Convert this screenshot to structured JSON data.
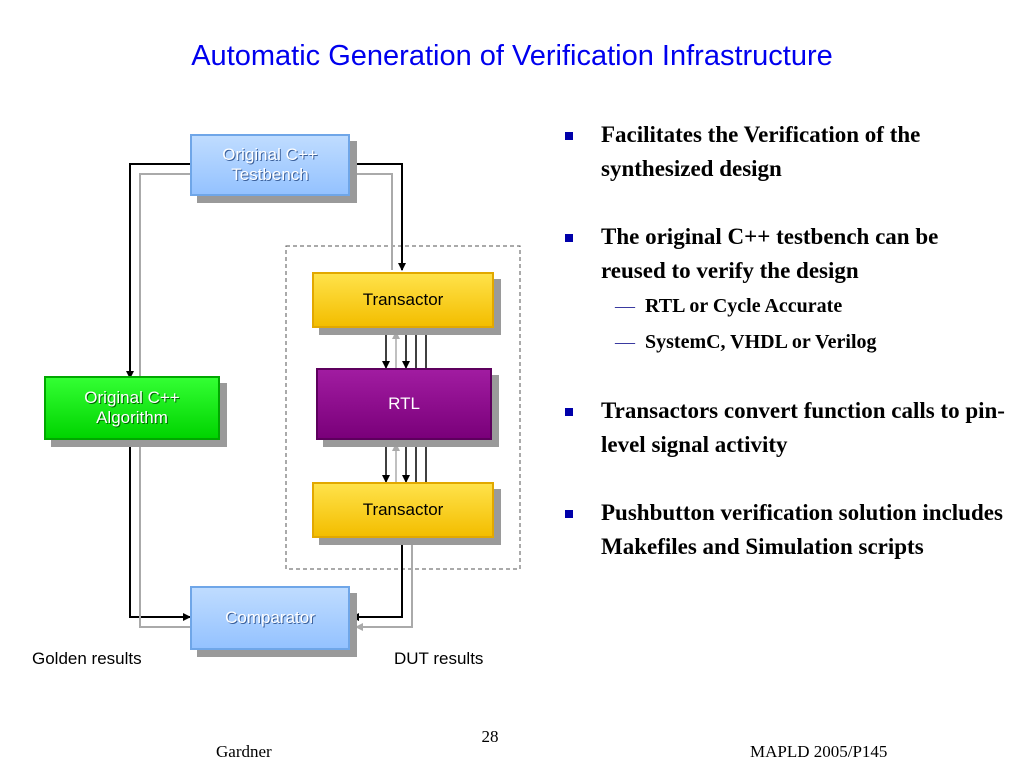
{
  "slide": {
    "title": "Automatic Generation of Verification Infrastructure"
  },
  "diagram": {
    "testbench": "Original C++\nTestbench",
    "transactor_top": "Transactor",
    "rtl": "RTL",
    "transactor_bottom": "Transactor",
    "algorithm": "Original C++\nAlgorithm",
    "comparator": "Comparator",
    "golden_label": "Golden results",
    "dut_label": "DUT results"
  },
  "bullets": [
    {
      "text": "Facilitates the Verification of the synthesized design"
    },
    {
      "text": "The original C++ testbench can be reused to verify the design",
      "subs": [
        "RTL or Cycle Accurate",
        "SystemC, VHDL or Verilog"
      ]
    },
    {
      "text": "Transactors convert function calls to pin-level signal activity"
    },
    {
      "text": "Pushbutton verification solution includes Makefiles and Simulation scripts"
    }
  ],
  "footer": {
    "page_number": "28",
    "author": "Gardner",
    "event": "MAPLD 2005/P145"
  },
  "colors": {
    "title": "#0000ee",
    "bullet_marker": "#0000aa",
    "box_blue": "#94c2ff",
    "box_gold": "#f3be00",
    "box_purple": "#7a007a",
    "box_green": "#00d400"
  }
}
